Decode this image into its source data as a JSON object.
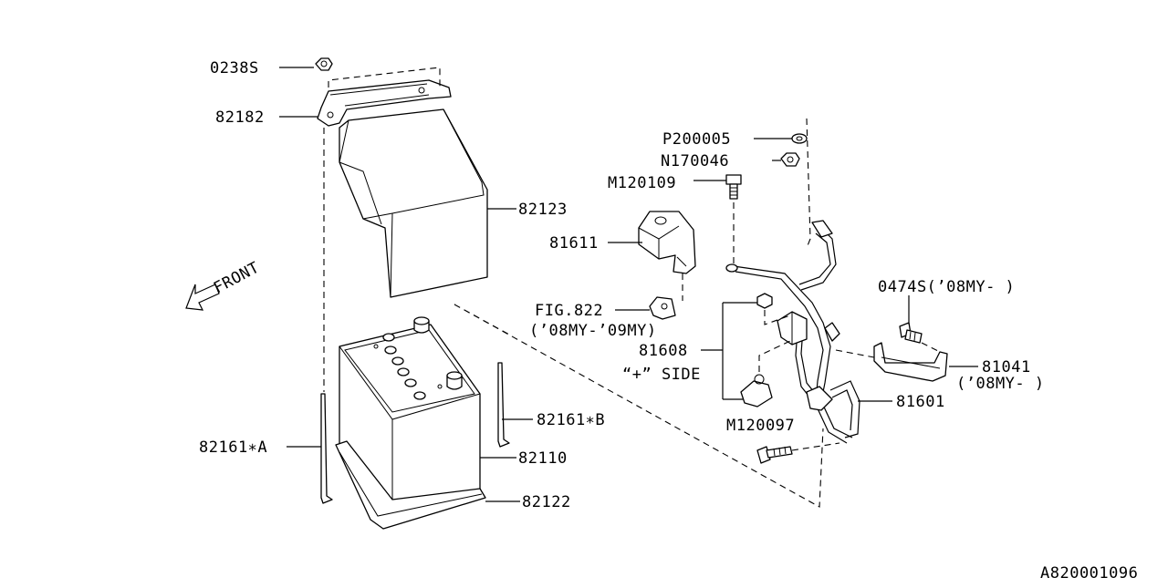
{
  "diagram": {
    "labels": {
      "p0238s": "0238S",
      "p82182": "82182",
      "p82123": "82123",
      "p82161a": "82161∗A",
      "p82161b": "82161∗B",
      "p82110": "82110",
      "p82122": "82122",
      "front": "FRONT",
      "p200005": "P200005",
      "n170046": "N170046",
      "m120109": "M120109",
      "p81611": "81611",
      "fig822": "FIG.822",
      "fig822_note": "(’08MY-’09MY)",
      "p81608": "81608",
      "plus_side": "“+” SIDE",
      "m120097": "M120097",
      "p81601": "81601",
      "p0474s": "0474S(’08MY-  )",
      "p81041": "81041",
      "p81041_note": "(’08MY-  )",
      "diagram_id": "A820001096"
    }
  }
}
